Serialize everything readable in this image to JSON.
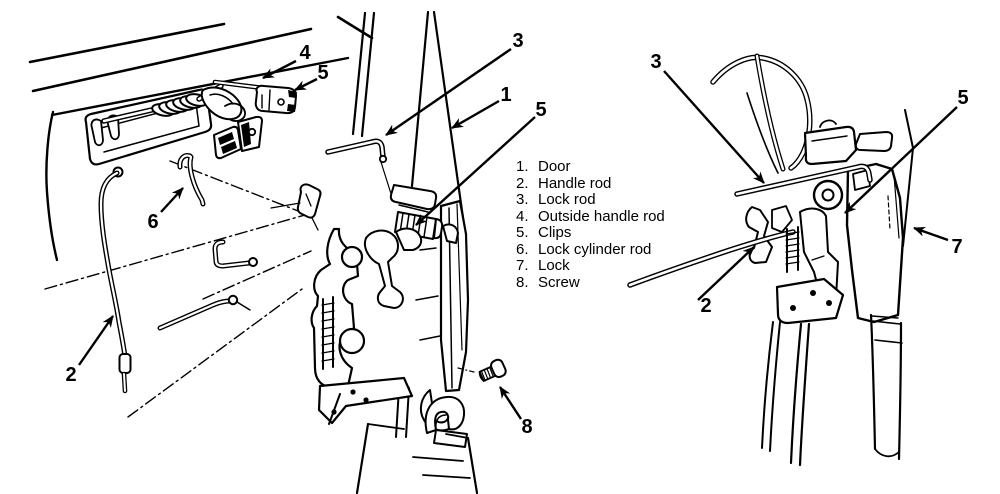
{
  "figure": {
    "kind": "door lock system technical illustration",
    "panels": {
      "left": "door panel with handle mechanism (exploded view)",
      "center": "door latch assembly front view",
      "right": "door latch assembly rear view"
    }
  },
  "legend": {
    "items": [
      {
        "num": "1.",
        "label": "Door"
      },
      {
        "num": "2.",
        "label": "Handle rod"
      },
      {
        "num": "3.",
        "label": "Lock rod"
      },
      {
        "num": "4.",
        "label": "Outside handle rod"
      },
      {
        "num": "5.",
        "label": "Clips"
      },
      {
        "num": "6.",
        "label": "Lock cylinder rod"
      },
      {
        "num": "7.",
        "label": "Lock"
      },
      {
        "num": "8.",
        "label": "Screw"
      }
    ]
  },
  "callouts": [
    {
      "label": "4",
      "points_to": "Outside handle rod"
    },
    {
      "label": "5",
      "points_to": "Clips"
    },
    {
      "label": "6",
      "points_to": "Lock cylinder rod"
    },
    {
      "label": "2",
      "points_to": "Handle rod"
    },
    {
      "label": "3",
      "points_to": "Lock rod"
    },
    {
      "label": "1",
      "points_to": "Door"
    },
    {
      "label": "5",
      "points_to": "Clips"
    },
    {
      "label": "8",
      "points_to": "Screw"
    },
    {
      "label": "3",
      "points_to": "Lock rod"
    },
    {
      "label": "5",
      "points_to": "Clips"
    },
    {
      "label": "7",
      "points_to": "Lock"
    },
    {
      "label": "2",
      "points_to": "Handle rod"
    }
  ],
  "colors": {
    "ink": "#000000",
    "paper": "#ffffff"
  }
}
